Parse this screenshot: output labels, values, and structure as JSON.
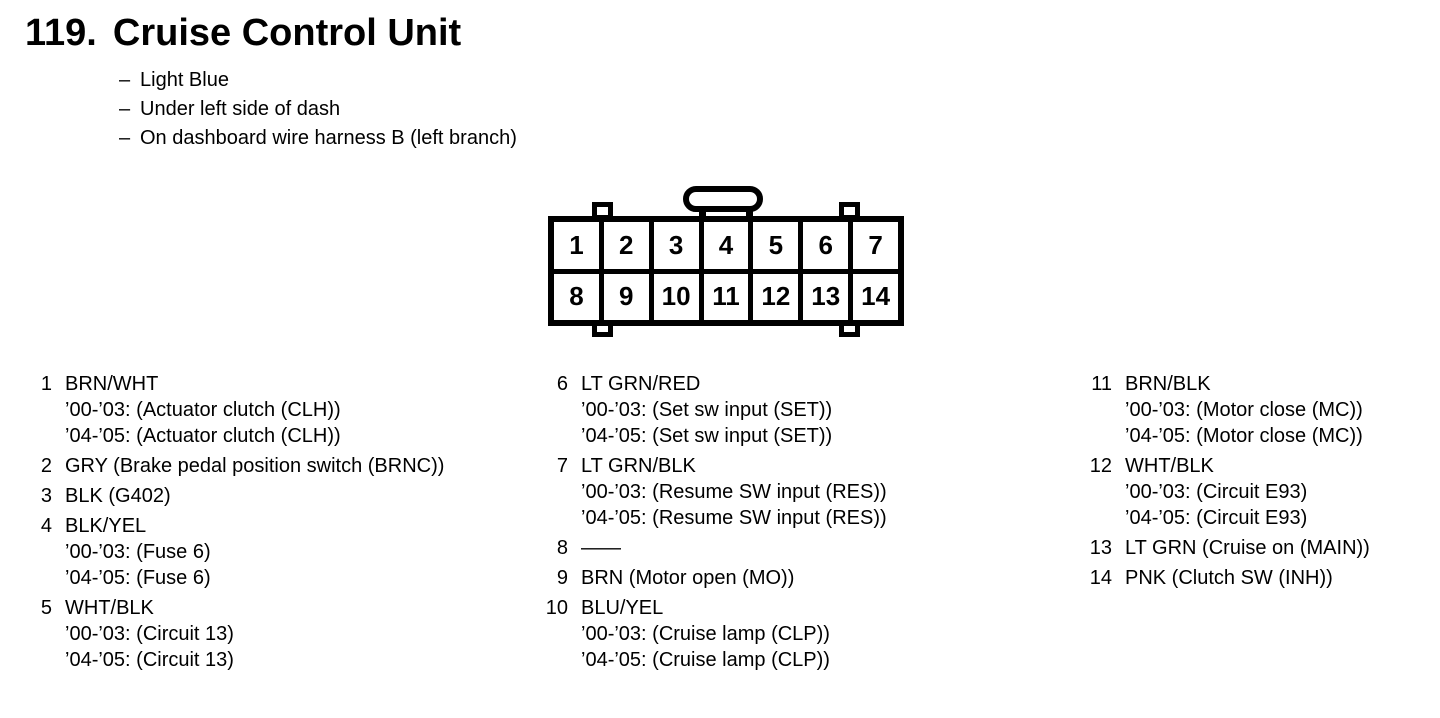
{
  "page": {
    "section_number": "119.",
    "title": "Cruise Control Unit",
    "bullet_char": "–",
    "notes": [
      {
        "text": "Light Blue"
      },
      {
        "text": "Under left side of dash"
      },
      {
        "text": "On dashboard wire harness B (left branch)"
      }
    ]
  },
  "connector": {
    "top_row": [
      "1",
      "2",
      "3",
      "4",
      "5",
      "6",
      "7"
    ],
    "bottom_row": [
      "8",
      "9",
      "10",
      "11",
      "12",
      "13",
      "14"
    ]
  },
  "pins": {
    "columns": [
      {
        "entries": [
          {
            "pin": "1",
            "label": "BRN/WHT",
            "sub": [
              "’00-’03: (Actuator clutch (CLH))",
              "’04-’05: (Actuator clutch (CLH))"
            ]
          },
          {
            "pin": "2",
            "label": "GRY (Brake pedal position switch (BRNC))",
            "sub": []
          },
          {
            "pin": "3",
            "label": "BLK (G402)",
            "sub": []
          },
          {
            "pin": "4",
            "label": "BLK/YEL",
            "sub": [
              "’00-’03: (Fuse 6)",
              "’04-’05: (Fuse 6)"
            ]
          },
          {
            "pin": "5",
            "label": "WHT/BLK",
            "sub": [
              "’00-’03: (Circuit 13)",
              "’04-’05: (Circuit 13)"
            ]
          }
        ]
      },
      {
        "entries": [
          {
            "pin": "6",
            "label": "LT GRN/RED",
            "sub": [
              "’00-’03: (Set sw input (SET))",
              "’04-’05: (Set sw input (SET))"
            ]
          },
          {
            "pin": "7",
            "label": "LT GRN/BLK",
            "sub": [
              "’00-’03: (Resume SW input (RES))",
              "’04-’05: (Resume SW input (RES))"
            ]
          },
          {
            "pin": "8",
            "label": "——",
            "sub": []
          },
          {
            "pin": "9",
            "label": "BRN (Motor open (MO))",
            "sub": []
          },
          {
            "pin": "10",
            "label": "BLU/YEL",
            "sub": [
              "’00-’03: (Cruise lamp (CLP))",
              "’04-’05: (Cruise lamp (CLP))"
            ]
          }
        ]
      },
      {
        "entries": [
          {
            "pin": "11",
            "label": "BRN/BLK",
            "sub": [
              "’00-’03: (Motor close (MC))",
              "’04-’05: (Motor close (MC))"
            ]
          },
          {
            "pin": "12",
            "label": "WHT/BLK",
            "sub": [
              "’00-’03: (Circuit E93)",
              "’04-’05: (Circuit E93)"
            ]
          },
          {
            "pin": "13",
            "label": "LT GRN (Cruise on (MAIN))",
            "sub": []
          },
          {
            "pin": "14",
            "label": "PNK (Clutch SW (INH))",
            "sub": []
          }
        ]
      }
    ]
  },
  "colors": {
    "ink": "#000000",
    "paper": "#ffffff"
  }
}
